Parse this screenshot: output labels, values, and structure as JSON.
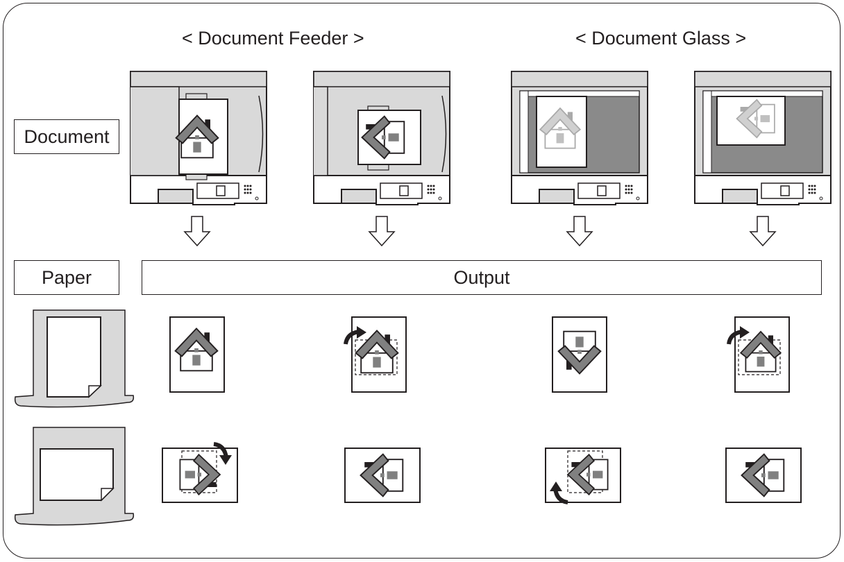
{
  "headings": {
    "feeder": "< Document Feeder >",
    "glass": "< Document Glass >"
  },
  "labels": {
    "document": "Document",
    "paper": "Paper",
    "output": "Output"
  },
  "colors": {
    "line": "#231f20",
    "gray_fill": "#d9d9d9",
    "dark_gray": "#666666",
    "house_gray": "#808080",
    "platen_gray": "#8a8a8a"
  },
  "icons": {
    "arrows": "down-arrow-icon",
    "rotate": "rotate-arrow-icon",
    "house": "house-icon"
  }
}
